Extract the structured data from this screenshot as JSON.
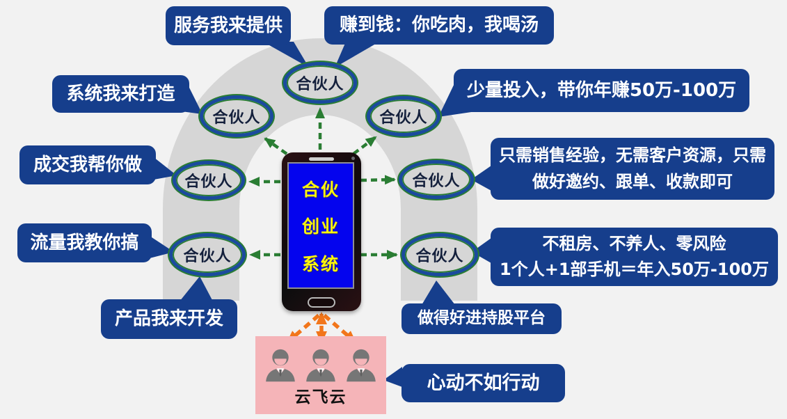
{
  "partner_label": "合伙人",
  "phone": {
    "screen_lines": [
      "合伙",
      "创业",
      "系统"
    ]
  },
  "callouts": [
    {
      "id": "service",
      "text": "服务我来提供"
    },
    {
      "id": "money",
      "text": "赚到钱：你吃肉，我喝汤"
    },
    {
      "id": "system",
      "text": "系统我来打造"
    },
    {
      "id": "deal",
      "text": "成交我帮你做"
    },
    {
      "id": "traffic",
      "text": "流量我教你搞"
    },
    {
      "id": "product",
      "text": "产品我来开发"
    },
    {
      "id": "invest",
      "text": "少量投入，带你年赚50万-100万"
    },
    {
      "id": "sales",
      "line1": "只需销售经验，无需客户资源，只需",
      "line2": "做好邀约、跟单、收款即可"
    },
    {
      "id": "norisk",
      "line1": "不租房、不养人、零风险",
      "line2": "1个人+1部手机＝年入50万-100万"
    },
    {
      "id": "equity",
      "text": "做得好进持股平台"
    },
    {
      "id": "action",
      "text": "心动不如行动"
    }
  ],
  "team": {
    "label": "云飞云",
    "member_count": 3
  },
  "colors": {
    "background": "#f2f2f2",
    "arch_gray": "#d6d6d6",
    "callout_blue": "#163e8c",
    "ellipse_ring_blue": "#1b4a9e",
    "ellipse_ring_green": "#2a7d33",
    "arrow_green": "#2a7d33",
    "arrow_orange": "#f2761b",
    "team_pink": "#f5b4b8",
    "phone_screen_blue": "#0404ee",
    "phone_screen_text_yellow": "#fdf50c"
  }
}
